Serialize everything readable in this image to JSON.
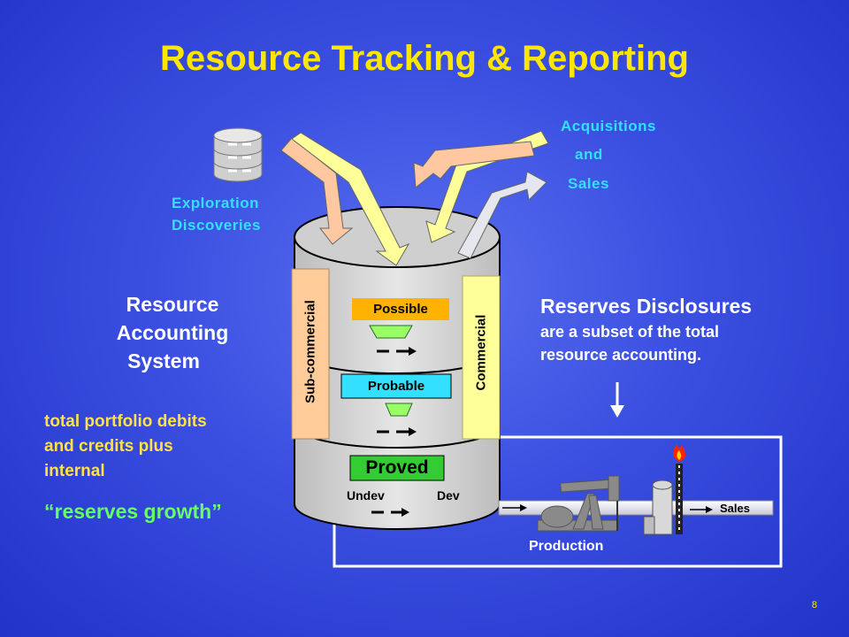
{
  "title": "Resource Tracking & Reporting",
  "exploration": {
    "line1": "Exploration",
    "line2": "Discoveries"
  },
  "acquisitions": {
    "line1": "Acquisitions",
    "line2": "and",
    "line3": "Sales"
  },
  "resource_accounting": {
    "line1": "Resource",
    "line2": "Accounting",
    "line3": "System"
  },
  "portfolio": {
    "line1": "total portfolio debits",
    "line2": "and credits plus",
    "line3": "internal",
    "quote": "“reserves growth”"
  },
  "disclosures": {
    "heading": "Reserves Disclosures",
    "line1": "are a subset of the total",
    "line2": "resource accounting."
  },
  "cylinder": {
    "sub_commercial": "Sub-commercial",
    "commercial": "Commercial",
    "possible": "Possible",
    "probable": "Probable",
    "proved": "Proved",
    "undev": "Undev",
    "dev": "Dev"
  },
  "production": {
    "label": "Production",
    "sales": "Sales"
  },
  "page_number": "8",
  "icons": [
    "database-icon",
    "pump-jack-icon",
    "flare-stack-icon",
    "tank-icon"
  ],
  "colors": {
    "title": "#ffe600",
    "cyan": "#33e0ff",
    "possible": "#ffb300",
    "probable": "#33e0ff",
    "proved": "#33cc33",
    "commercial": "#ffff99",
    "sub_commercial": "#ffcc99"
  }
}
